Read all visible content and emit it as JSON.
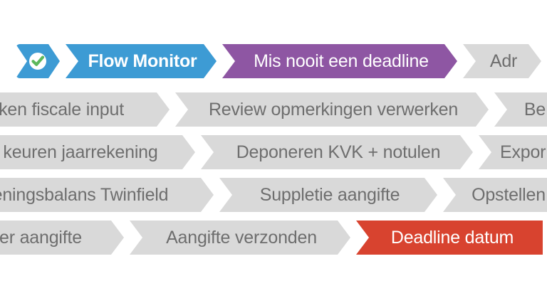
{
  "banner": {
    "logo": {
      "name": "flow-monitor-logo",
      "badge_color": "#3d9bd4",
      "circle_color": "#ffffff",
      "check_color": "#5cb85c"
    },
    "colors": {
      "blue": "#3d9bd4",
      "purple": "#8e56a3",
      "red": "#d8432f",
      "gray": "#d9d9d9",
      "gray_text": "#6e6e6e",
      "white": "#ffffff"
    },
    "rows": [
      {
        "id": "row-1",
        "items": [
          {
            "label": "Flow Monitor",
            "style": "blue",
            "edge": "notched"
          },
          {
            "label": "Mis nooit een deadline",
            "style": "purple",
            "edge": "notched"
          },
          {
            "label": "Adr",
            "style": "gray",
            "edge": "notched"
          }
        ]
      },
      {
        "id": "row-2",
        "items": [
          {
            "label": "ken fiscale input",
            "style": "gray",
            "edge": "flat-left"
          },
          {
            "label": "Review opmerkingen verwerken",
            "style": "gray",
            "edge": "notched"
          },
          {
            "label": "Be",
            "style": "gray",
            "edge": "notched"
          }
        ]
      },
      {
        "id": "row-3",
        "items": [
          {
            "label": "keuren jaarrekening",
            "style": "gray",
            "edge": "flat-left"
          },
          {
            "label": "Deponeren KVK + notulen",
            "style": "gray",
            "edge": "notched"
          },
          {
            "label": "Expor",
            "style": "gray",
            "edge": "notched"
          }
        ]
      },
      {
        "id": "row-4",
        "items": [
          {
            "label": "eningsbalans Twinfield",
            "style": "gray",
            "edge": "flat-left"
          },
          {
            "label": "Suppletie aangifte",
            "style": "gray",
            "edge": "notched"
          },
          {
            "label": "Opstellen",
            "style": "gray",
            "edge": "notched"
          }
        ]
      },
      {
        "id": "row-5",
        "items": [
          {
            "label": "er aangifte",
            "style": "gray",
            "edge": "flat-left"
          },
          {
            "label": "Aangifte verzonden",
            "style": "gray",
            "edge": "notched"
          },
          {
            "label": "Deadline datum",
            "style": "red",
            "edge": "flat-right"
          }
        ]
      }
    ]
  }
}
